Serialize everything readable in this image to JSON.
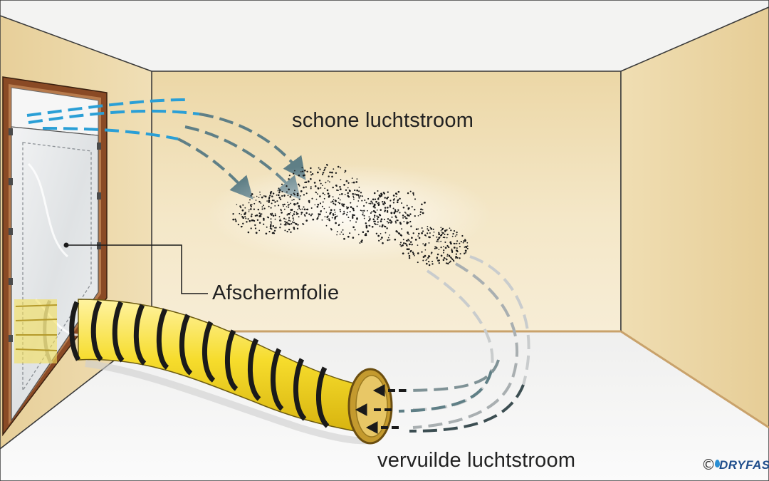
{
  "labels": {
    "clean_airflow": "schone luchtstroom",
    "shielding_foil": "Afschermfolie",
    "dirty_airflow": "vervuilde luchtstroom"
  },
  "footer": {
    "copyright_symbol": "©",
    "brand": "DRYFAS"
  },
  "colors": {
    "wall": "#f1e2bd",
    "side_wall": "#ecd9ae",
    "ceiling": "#f3f3f2",
    "floor": "#f7f7f6",
    "door_frame": "#8a4a25",
    "clean_air": "#2a9fd6",
    "transition_air": "#5f7f86",
    "dirty_air": "#3c4e52",
    "hose": "#f5dc2e",
    "hose_ring": "#1a1a1a",
    "dust": "#1a1a1a"
  },
  "icons": {
    "brand_logo": "water-drop-icon"
  }
}
